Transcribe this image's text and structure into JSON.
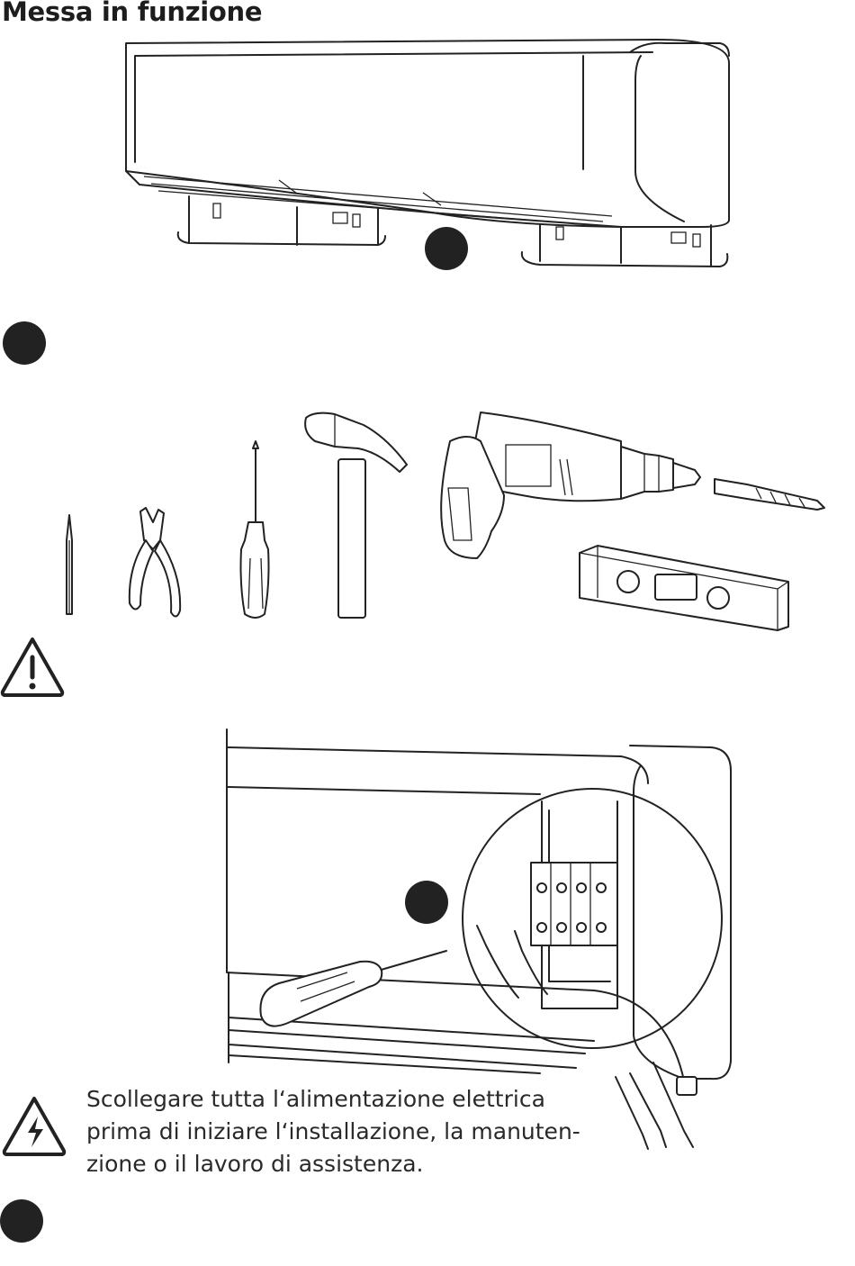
{
  "page": {
    "title": "Messa in funzione"
  },
  "electric_warning": {
    "lines": [
      "Scollegare tutta l‘alimentazione elettrica",
      "prima di iniziare l‘installazione, la manuten-",
      "zione o il lavoro di assistenza."
    ]
  },
  "icons": {
    "general_warning": "warning-triangle-icon",
    "electric_warning": "electric-hazard-icon"
  },
  "colors": {
    "ink": "#222222",
    "background": "#ffffff"
  }
}
